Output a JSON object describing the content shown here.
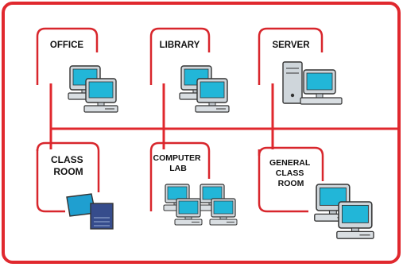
{
  "colors": {
    "frame": "#e0282e",
    "backbone": "#e0282e",
    "node_border": "#d8262c",
    "monitor_body": "#cfd6db",
    "screen": "#22b6d8",
    "laptop_screen": "#1f9fd0",
    "laptop_base": "#364c8c",
    "outline": "#333333"
  },
  "nodes": [
    {
      "id": "office",
      "label_lines": [
        "OFFICE"
      ],
      "icon": "desktop-pair-icon"
    },
    {
      "id": "library",
      "label_lines": [
        "LIBRARY"
      ],
      "icon": "desktop-pair-icon"
    },
    {
      "id": "server",
      "label_lines": [
        "SERVER"
      ],
      "icon": "server-tower-icon"
    },
    {
      "id": "classroom",
      "label_lines": [
        "CLASS",
        "ROOM"
      ],
      "icon": "laptop-icon"
    },
    {
      "id": "computer-lab",
      "label_lines": [
        "COMPUTER",
        "LAB"
      ],
      "icon": "desktop-cluster-icon"
    },
    {
      "id": "general-classroom",
      "label_lines": [
        "GENERAL",
        "CLASS",
        "ROOM"
      ],
      "icon": "desktop-pair-icon"
    }
  ]
}
